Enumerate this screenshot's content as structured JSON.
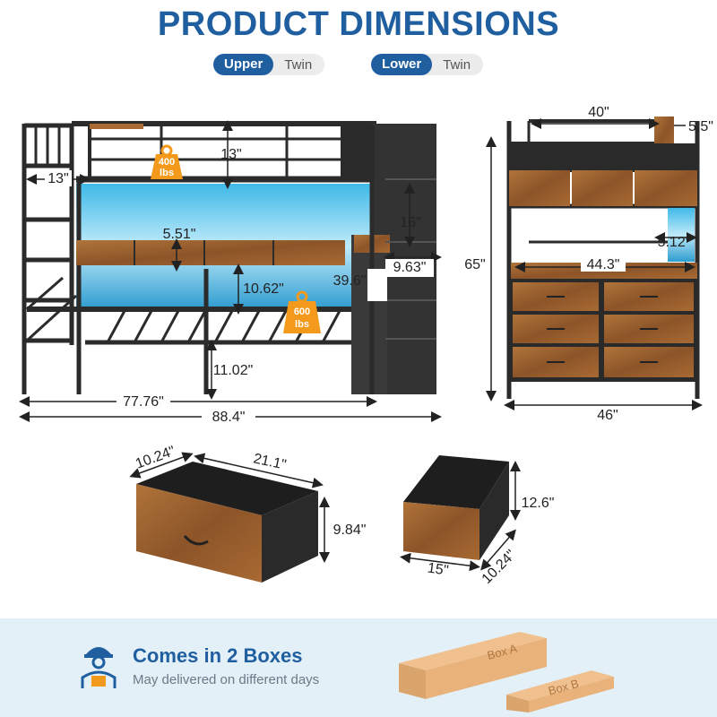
{
  "title": "PRODUCT DIMENSIONS",
  "tags": [
    {
      "key": "Upper",
      "value": "Twin"
    },
    {
      "key": "Lower",
      "value": "Twin"
    }
  ],
  "colors": {
    "accent": "#1f5fa0",
    "badge": "#f39a1c",
    "wood": "#9a5f2c",
    "frame": "#2b2b2b",
    "led": "#7fd3ef",
    "footer_bg": "#e3f0f8"
  },
  "bed_dims": {
    "top_height": "13\"",
    "rail_left": "13\"",
    "shelf_gap": "5.51\"",
    "stair_step": "16\"",
    "lower_rail": "10.62\"",
    "stair_width": "9.63\"",
    "stair_height": "39.6\"",
    "clearance": "11.02\"",
    "inner_length": "77.76\"",
    "total_length": "88.4\""
  },
  "weights": {
    "upper": "400\nlbs",
    "lower": "600\nlbs",
    "upper_num": "400",
    "upper_unit": "lbs",
    "lower_num": "600",
    "lower_unit": "lbs"
  },
  "side_dims": {
    "top_width": "40\"",
    "post": "5.5\"",
    "height": "65\"",
    "shelf_depth": "5.12\"",
    "desk_width": "44.3\"",
    "total_width": "46\""
  },
  "drawer_dims": {
    "depth": "10.24\"",
    "width": "21.1\"",
    "height": "9.84\""
  },
  "bin_dims": {
    "height": "12.6\"",
    "width": "15\"",
    "depth": "10.24\""
  },
  "footer": {
    "heading": "Comes in 2 Boxes",
    "subtext": "May delivered on different days",
    "box_a": "Box A",
    "box_b": "Box B",
    "icon": "delivery-worker-icon"
  }
}
